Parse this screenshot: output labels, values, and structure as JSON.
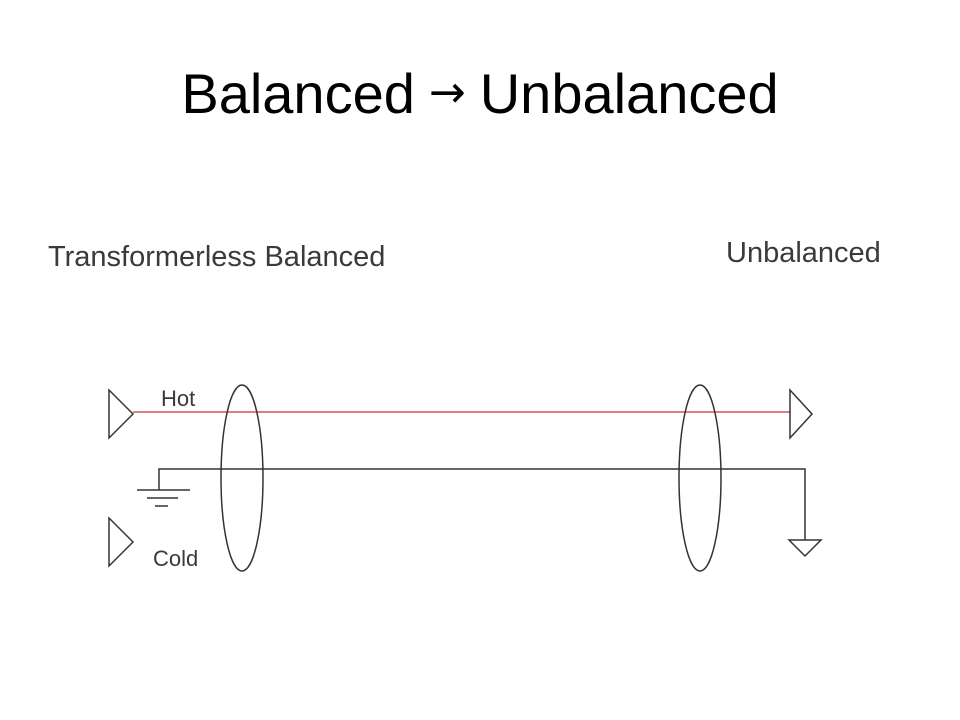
{
  "title": {
    "left": "Balanced",
    "arrow": "→",
    "right": "Unbalanced"
  },
  "diagram": {
    "left_heading": "Transformerless Balanced",
    "right_heading": "Unbalanced",
    "hot_label": "Hot",
    "cold_label": "Cold",
    "hot_wire_color": "#d9534f",
    "line_color": "#333333",
    "icons": [
      "output-triangle-icon",
      "ground-symbol-icon",
      "cable-shield-ellipse-icon",
      "input-triangle-icon"
    ]
  }
}
